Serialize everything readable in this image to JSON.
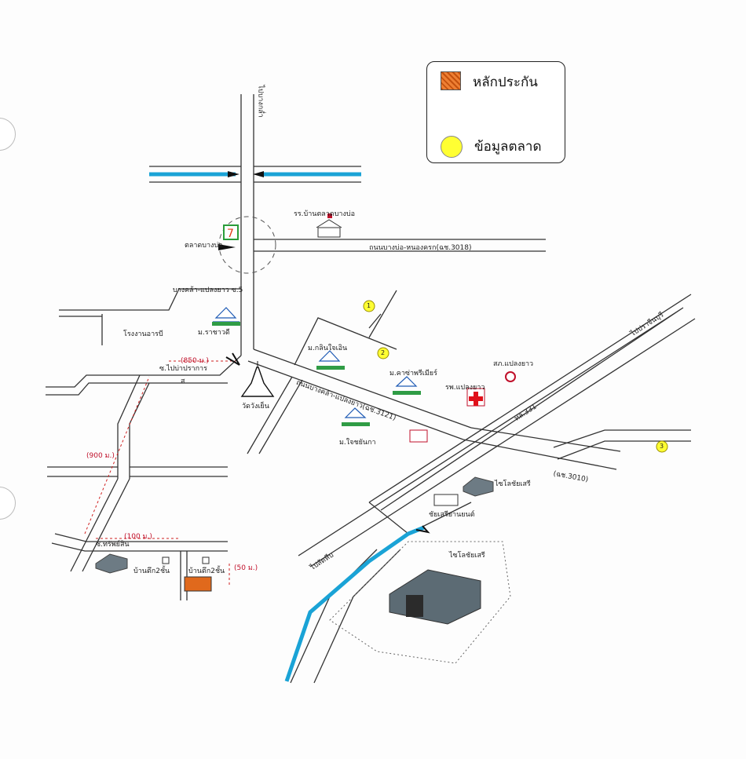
{
  "legend": {
    "collateral": "หลักประกัน",
    "market_data": "ข้อมูลตลาด"
  },
  "labels": {
    "top_road": "ไปบางกล่ำ",
    "school": "รร.บ้านตลาดบางบ่อ",
    "market": "ตลาดบางบ่อ",
    "main_road": "ถนนบางบ่อ-หนองครก(ฉช.3018)",
    "soi5": "บางคล้า-แปลงยาว ซ.5",
    "factory_top": "โรงงานอารบี",
    "village1": "ม.ราชาวดี",
    "village2": "ม.กลินใจเอิน",
    "village3": "ม.คาซ่าพรีเมียร์",
    "village4": "ม.ใจชยันกา",
    "dist1": "(850 ม.)",
    "soi_rail": "ซ.ไปบ่าปราการ",
    "dist2": "(900 ม.)",
    "dist3": "(100 ม.)",
    "dist4": "(50 ม.)",
    "temple": "วัดวังเย็น",
    "diag_road": "ถนนบางคล้า-แปลงยาว(ฉช.3121)",
    "police": "สภ.แปลงยาว",
    "hospital": "รพ.แปลงยาว",
    "to_prachin": "ไปปราจีนบุรี",
    "hwy331": "ทล.331",
    "r3010": "(ฉช.3010)",
    "to_sattahip": "ไปสัตหีบ",
    "silo1": "ไซโลชัยเสรี",
    "bridge": "ชัยเสรียานยนต์",
    "silo2": "ไซโลชัยเสรี",
    "house1": "บ้านตึก2ชั้น",
    "house2": "บ้านตึก2ชั้น",
    "soi_left": "ซ.ทรัพย์สิน",
    "small_s": "ส"
  },
  "markers": [
    "1",
    "2",
    "3"
  ],
  "colors": {
    "river": "#1aa3d6",
    "collateral": "#e0691c",
    "market": "#ffff33",
    "dimension": "#d02020",
    "road": "#333333"
  }
}
